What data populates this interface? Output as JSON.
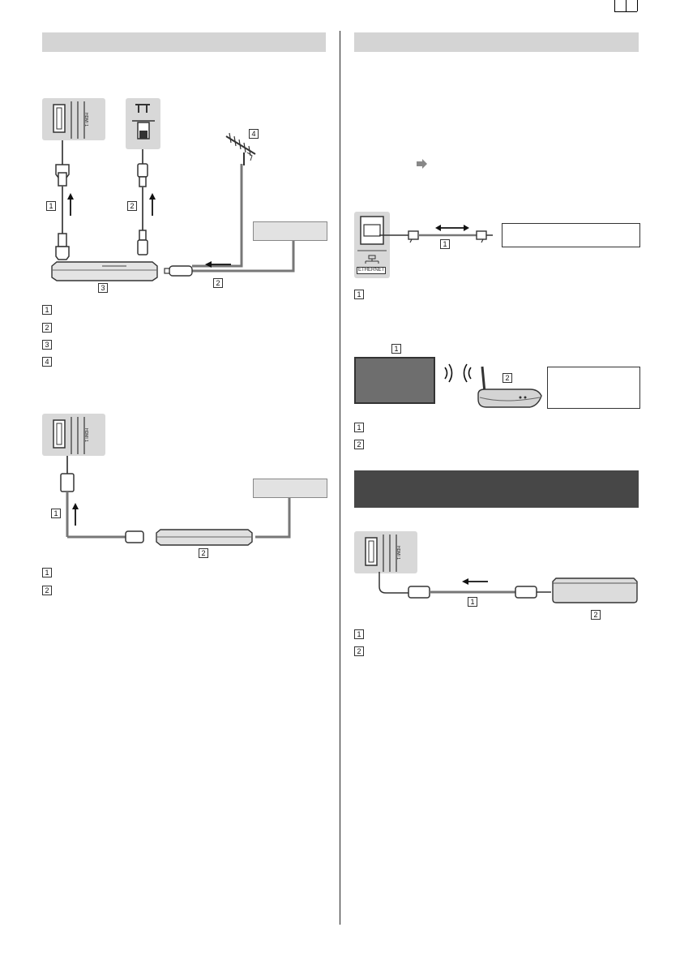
{
  "page": {
    "left_bar_label": "",
    "right_bar_label": "",
    "dark_bar_label": ""
  },
  "port_labels": {
    "hdmi": "HDMI 1",
    "ethernet": "ETHERNET"
  },
  "callouts": [
    "1",
    "2",
    "3",
    "4"
  ],
  "colors": {
    "header_bar": "#d4d4d4",
    "dark_bar": "#474747",
    "port_panel": "#d8d8d8",
    "tv_screen": "#6e6e6e"
  },
  "icons": [
    "hdmi-port-icon",
    "aerial-port-icon",
    "ethernet-port-icon",
    "antenna-icon",
    "router-icon",
    "wifi-waves-icon",
    "arrow-icon",
    "recorder-icon"
  ]
}
